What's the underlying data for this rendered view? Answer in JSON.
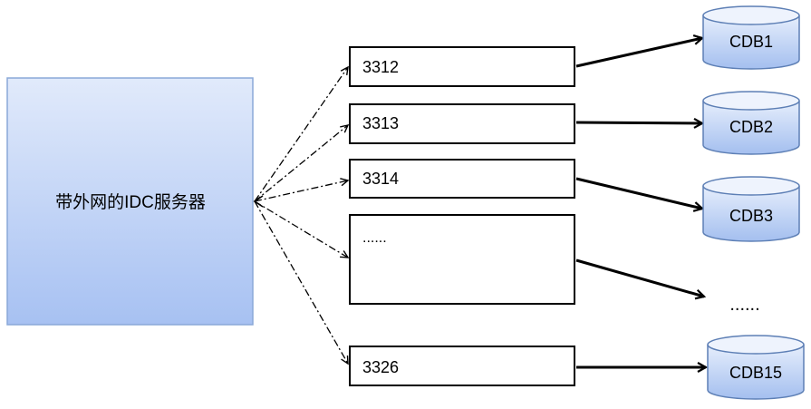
{
  "server": {
    "label": "带外网的IDC服务器"
  },
  "ports": [
    {
      "label": "3312"
    },
    {
      "label": "3313"
    },
    {
      "label": "3314"
    },
    {
      "label": "......"
    },
    {
      "label": "3326"
    }
  ],
  "databases": [
    {
      "label": "CDB1"
    },
    {
      "label": "CDB2"
    },
    {
      "label": "CDB3"
    },
    {
      "label": "......"
    },
    {
      "label": "CDB15"
    }
  ],
  "colors": {
    "server_fill_top": "#dfe9fb",
    "server_fill_bottom": "#a9c3f3",
    "server_border": "#8aa8d8",
    "db_fill_top": "#e4ecfb",
    "db_fill_bottom": "#a6c0ef",
    "db_border": "#5d7fb5",
    "line": "#000000"
  }
}
